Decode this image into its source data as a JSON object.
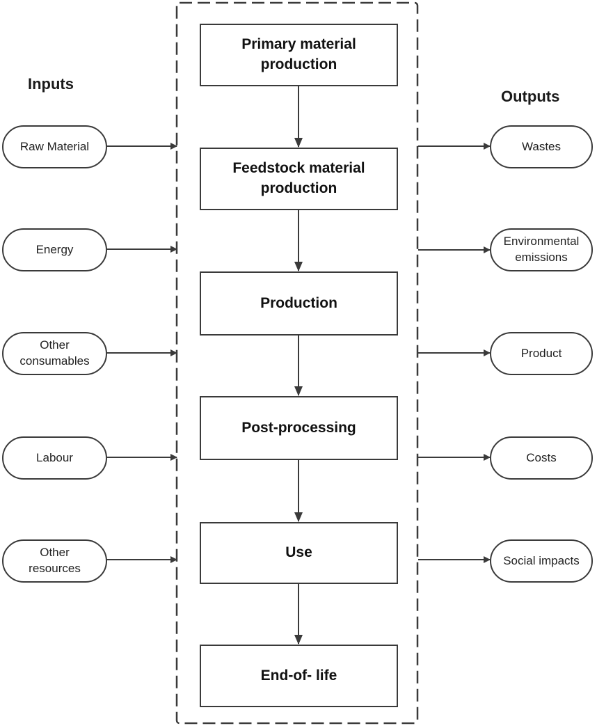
{
  "headings": {
    "inputs": "Inputs",
    "outputs": "Outputs"
  },
  "stages": [
    "Primary material\nproduction",
    "Feedstock material\nproduction",
    "Production",
    "Post-processing",
    "Use",
    "End-of- life"
  ],
  "inputs": [
    "Raw Material",
    "Energy",
    "Other\nconsumables",
    "Labour",
    "Other\nresources"
  ],
  "outputs": [
    "Wastes",
    "Environmental\nemissions",
    "Product",
    "Costs",
    "Social impacts"
  ],
  "colors": {
    "line": "#3a3a3a",
    "text": "#111111",
    "background": "#ffffff"
  }
}
